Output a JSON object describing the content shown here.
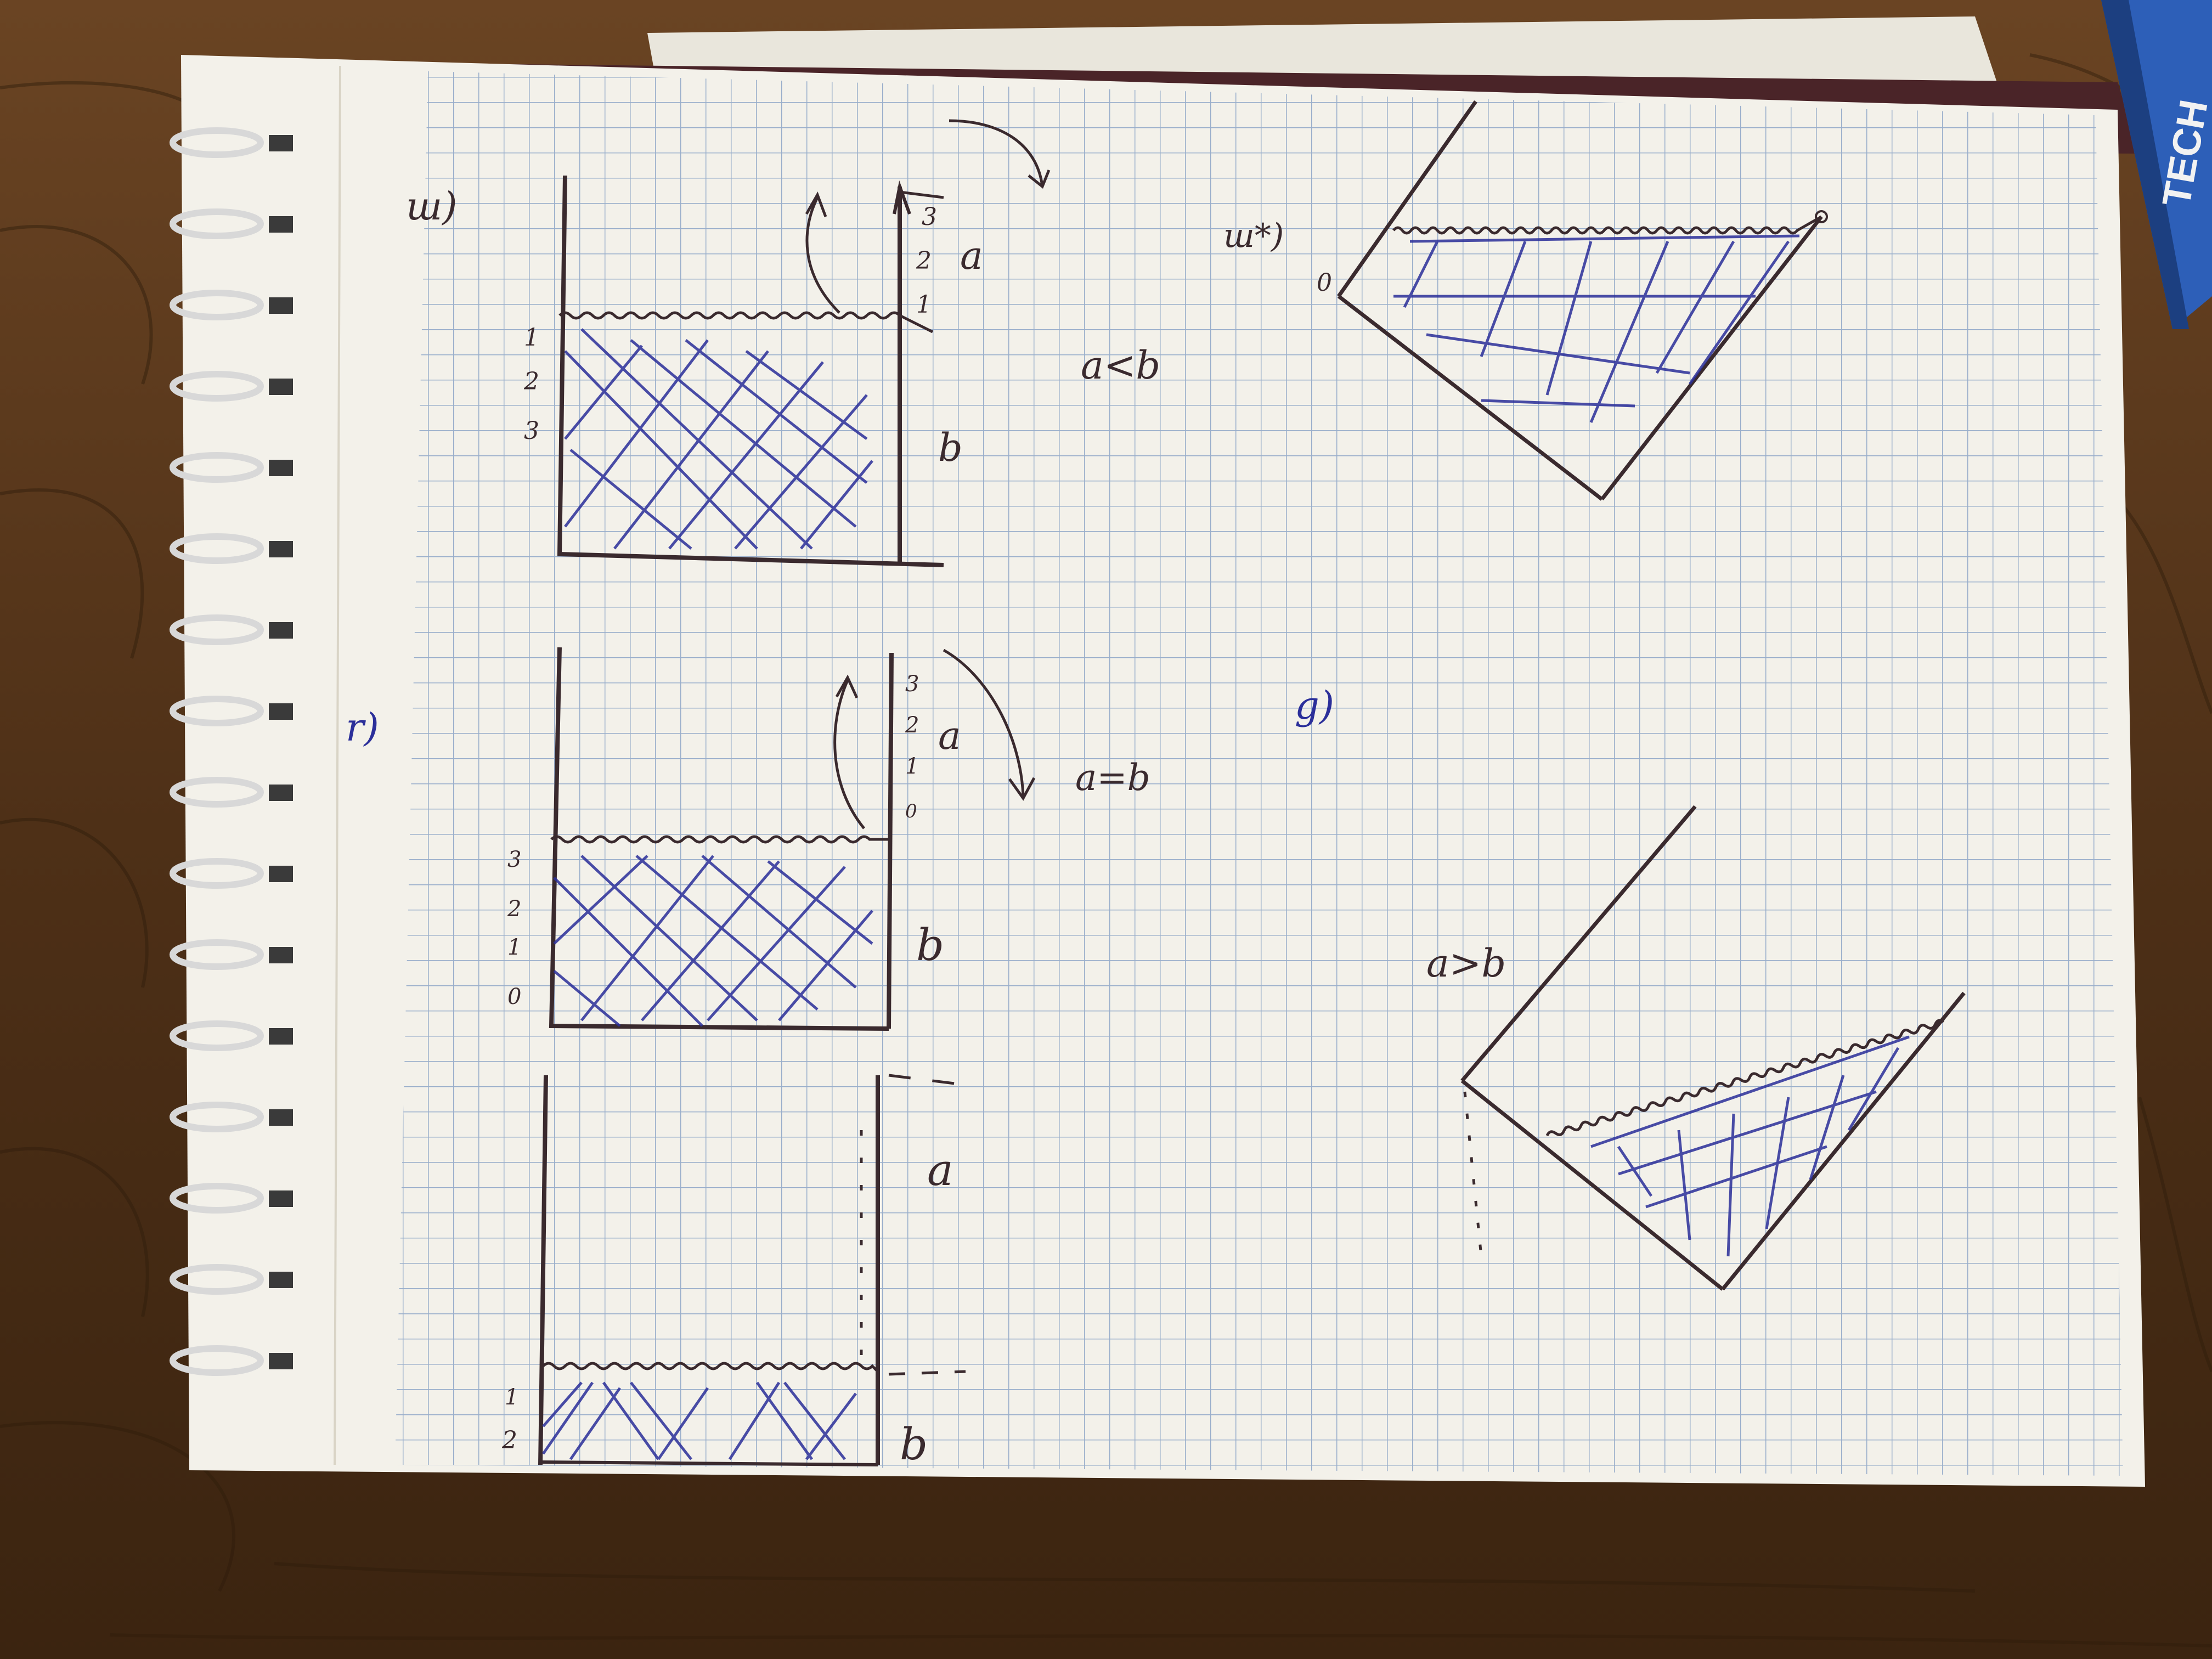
{
  "colors": {
    "desk": "#5b3a1e",
    "desk_dark": "#2f1c0c",
    "paper": "#f3f1ea",
    "grid": "#8fa6c8",
    "pencil": "#3a2a2e",
    "ink": "#2b2f9a",
    "pen_barrel": "#2d5fb8",
    "ring": "#d8d8d8"
  },
  "pen_text": "TECH",
  "sections": {
    "first": {
      "label": "ш)",
      "top_ticks": [
        "3",
        "2",
        "1"
      ],
      "top_letter": "a",
      "left_ticks": [
        "1",
        "2",
        "3"
      ],
      "bottom_letter": "b",
      "relation": "a<b",
      "side_label": "ш*)",
      "side_zero": "0"
    },
    "second": {
      "label": "r)",
      "top_ticks": [
        "3",
        "2",
        "1",
        "0"
      ],
      "top_letter": "a",
      "left_ticks": [
        "3",
        "2",
        "1",
        "0"
      ],
      "bottom_letter": "b",
      "relation": "a=b"
    },
    "third": {
      "top_letter": "a",
      "left_ticks": [
        "1",
        "2"
      ],
      "bottom_letter": "b"
    },
    "fourth": {
      "label": "g)",
      "relation": "a>b"
    }
  }
}
